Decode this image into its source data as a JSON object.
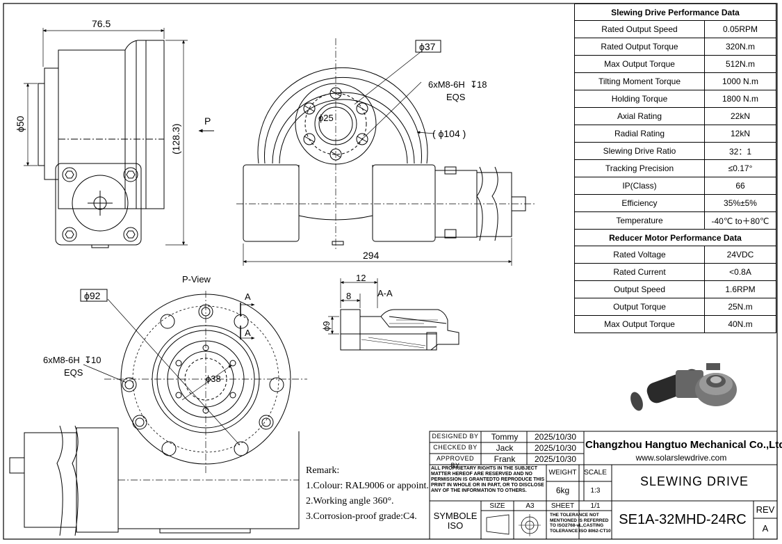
{
  "dims": {
    "width_76_5": "76.5",
    "dia_50": "ϕ50",
    "dia_128_3": "(128.3)",
    "view_arrow_p": "P",
    "dia_37": "ϕ37",
    "thread_top": "6xM8-6H",
    "thread_top_depth": "18",
    "eqs_top": "EQS",
    "dia_25": "ϕ25",
    "dia_104": "( ϕ104 )",
    "length_294": "294",
    "p_view": "P-View",
    "dia_92": "ϕ92",
    "section_a_top": "A",
    "section_a_bottom": "A",
    "thread_bottom": "6xM8-6H",
    "thread_bottom_depth": "10",
    "eqs_bottom": "EQS",
    "dia_38": "ϕ38",
    "dim_12": "12",
    "dim_8": "8",
    "section_aa": "A-A",
    "dia_9": "ϕ9"
  },
  "performance": {
    "title": "Slewing Drive Performance Data",
    "rows": [
      {
        "label": "Rated Output Speed",
        "value": "0.05RPM"
      },
      {
        "label": "Rated Output Torque",
        "value": "320N.m"
      },
      {
        "label": "Max Output Torque",
        "value": "512N.m"
      },
      {
        "label": "Tilting Moment Torque",
        "value": "1000 N.m"
      },
      {
        "label": "Holding Torque",
        "value": "1800 N.m"
      },
      {
        "label": "Axial Rating",
        "value": "22kN"
      },
      {
        "label": "Radial Rating",
        "value": "12kN"
      },
      {
        "label": "Slewing Drive Ratio",
        "value": "32：1"
      },
      {
        "label": "Tracking Precision",
        "value": "≤0.17°"
      },
      {
        "label": "IP(Class)",
        "value": "66"
      },
      {
        "label": "Efficiency",
        "value": "35%±5%"
      },
      {
        "label": "Temperature",
        "value": "-40℃ to＋80℃"
      }
    ]
  },
  "motor": {
    "title": "Reducer Motor Performance Data",
    "rows": [
      {
        "label": "Rated Voltage",
        "value": "24VDC"
      },
      {
        "label": "Rated Current",
        "value": "<0.8A"
      },
      {
        "label": "Output Speed",
        "value": "1.6RPM"
      },
      {
        "label": "Output Torque",
        "value": "25N.m"
      },
      {
        "label": "Max Output Torque",
        "value": "40N.m"
      }
    ]
  },
  "remarks": {
    "title": "Remark:",
    "items": [
      "1.Colour: RAL9006 or appoint.",
      "2.Working angle 360°.",
      "3.Corrosion-proof grade:C4."
    ]
  },
  "title_block": {
    "designed_label": "DESIGNED BY",
    "designed_name": "Tommy",
    "designed_date": "2025/10/30",
    "checked_label": "CHECKED BY",
    "checked_name": "Jack",
    "checked_date": "2025/10/30",
    "approved_label": "APPROVED BY",
    "approved_name": "Frank",
    "approved_date": "2025/10/30",
    "company": "Changzhou Hangtuo Mechanical Co.,Ltd",
    "website": "www.solarslewdrive.com",
    "rights": "ALL PROPRIETARY RIGHTS IN THE SUBJECT MATTER HEREOF ARE RESERVED AND NO PERMISSION IS GRANTEDTO REPRODUCE THIS PRINT IN WHOLE OR IN PART, OR TO DISCLOSE ANY OF THE INFORMATION TO OTHERS.",
    "weight_label": "WEIGHT",
    "weight_value": "6kg",
    "scale_label": "SCALE",
    "scale_value": "1:3",
    "product_name": "SLEWING DRIVE",
    "symbol_label": "SYMBOLE",
    "symbol_iso": "ISO",
    "size_label": "SIZE",
    "size_value": "A3",
    "sheet_label": "SHEET",
    "sheet_value": "1/1",
    "tolerance": "THE TOLERANCE NOT MENTIONED IS REFERRED TO ISO2768-vL,CASTING TOLERANCE ISO 8062-CT10",
    "part_number": "SE1A-32MHD-24RC",
    "rev_label": "REV",
    "rev_value": "A"
  }
}
